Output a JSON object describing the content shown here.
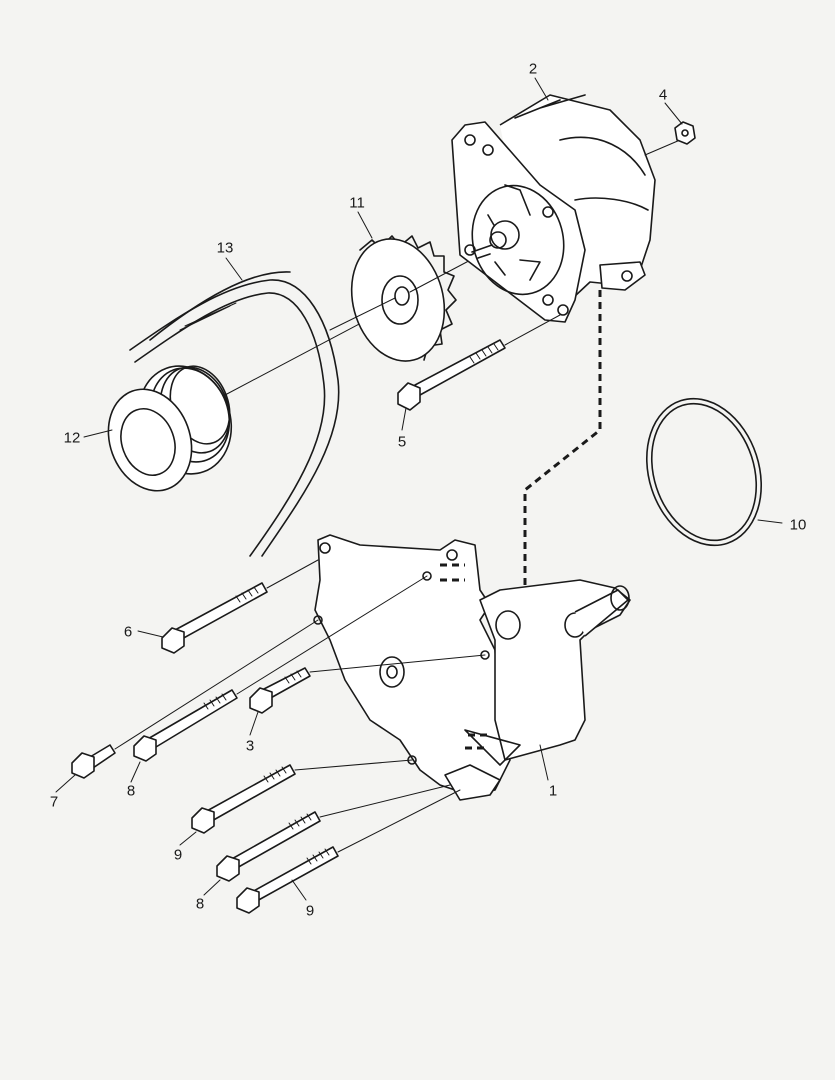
{
  "callouts": {
    "p1": "1",
    "p2": "2",
    "p3": "3",
    "p4": "4",
    "p5": "5",
    "p6": "6",
    "p7": "7",
    "p8a": "8",
    "p8b": "8",
    "p9a": "9",
    "p9b": "9",
    "p10": "10",
    "p11": "11",
    "p12": "12",
    "p13": "13"
  },
  "colors": {
    "ink": "#1a1a1a",
    "paper": "#f4f4f2"
  },
  "parts": [
    "alternator",
    "alternator-bracket",
    "pulley",
    "fan",
    "drive-belt",
    "o-ring",
    "nut",
    "bolts"
  ]
}
